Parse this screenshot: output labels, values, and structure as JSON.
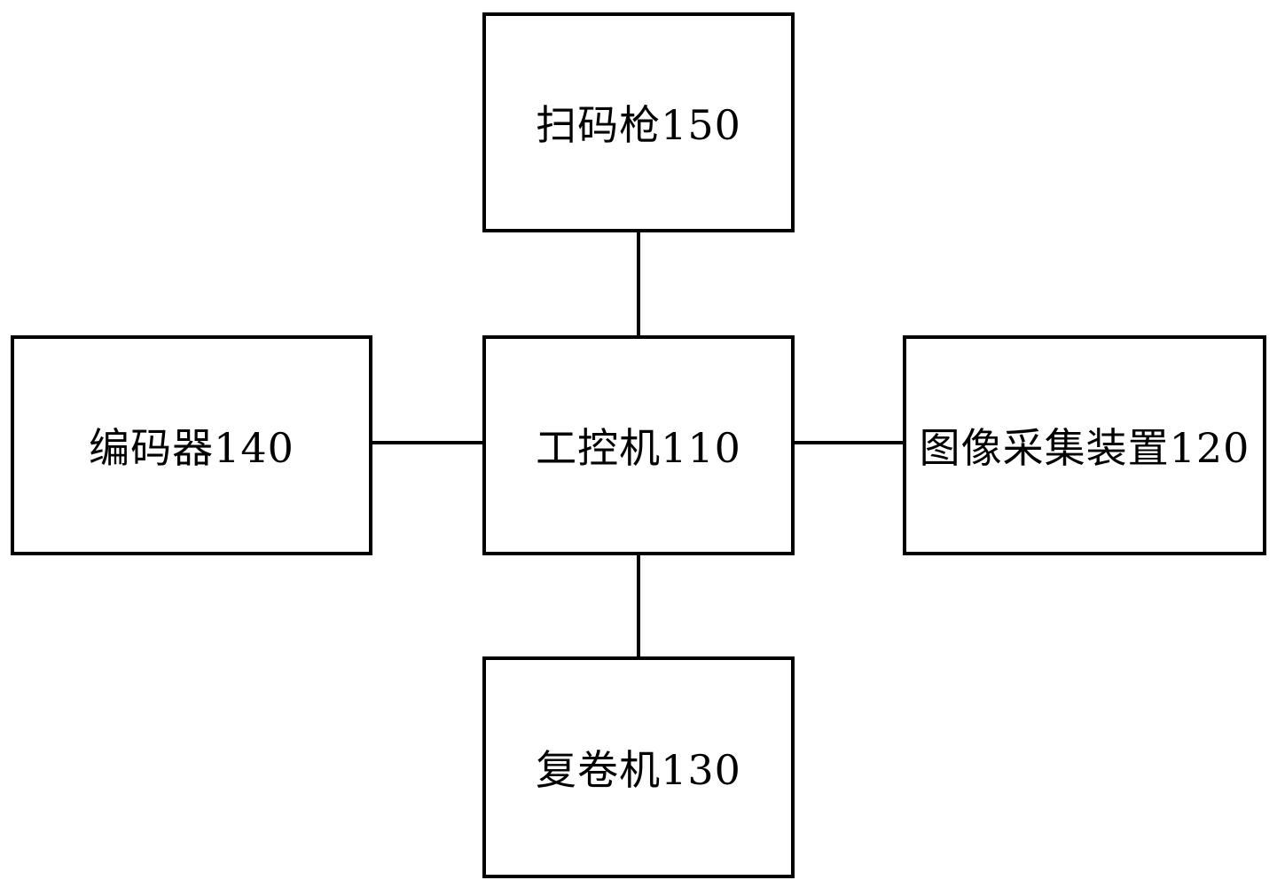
{
  "diagram": {
    "background_color": "#ffffff",
    "line_color": "#000000",
    "nodes": {
      "top": {
        "label": "扫码枪150"
      },
      "center": {
        "label": "工控机110"
      },
      "left": {
        "label": "编码器140"
      },
      "right": {
        "label": "图像采集装置120"
      },
      "bottom": {
        "label": "复卷机130"
      }
    },
    "connections": [
      {
        "from": "top",
        "to": "center",
        "style": "vertical-line"
      },
      {
        "from": "left",
        "to": "center",
        "style": "horizontal-line"
      },
      {
        "from": "center",
        "to": "right",
        "style": "horizontal-line"
      },
      {
        "from": "center",
        "to": "bottom",
        "style": "vertical-line"
      }
    ]
  }
}
